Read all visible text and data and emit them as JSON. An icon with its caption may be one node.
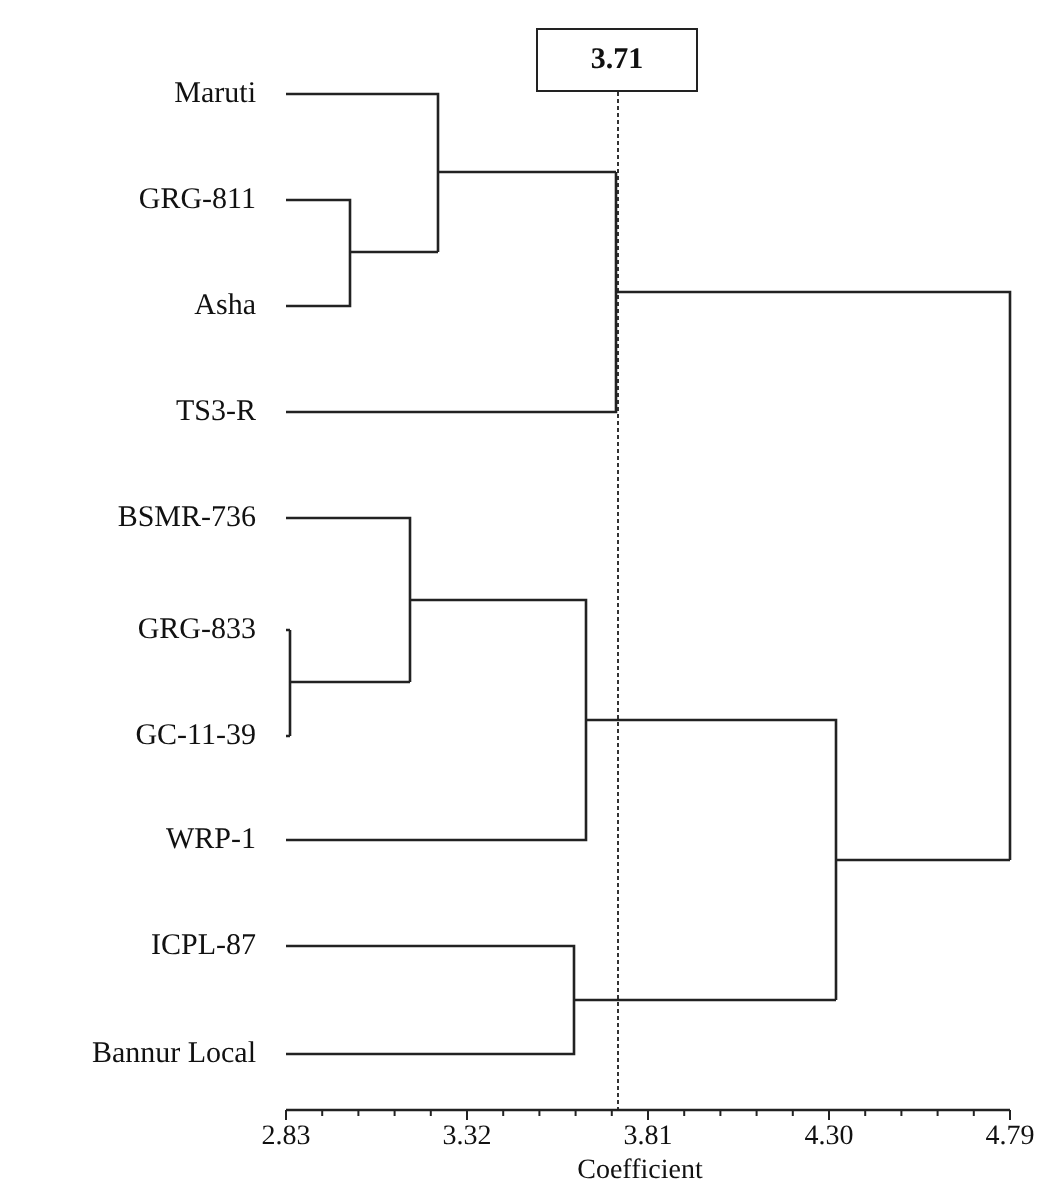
{
  "diagram": {
    "nodes": [
      {
        "text": [
          "3.71"
        ]
      }
    ],
    "labels": [
      "Maruti",
      "GRG-811",
      "Asha",
      "TS3-R",
      "BSMR-736",
      "GRG-833",
      "GC-11-39",
      "WRP-1",
      "ICPL-87",
      "Bannur Local",
      "2.83",
      "3.32",
      "3.81",
      "4.30",
      "4.79",
      "Coefficient"
    ]
  }
}
